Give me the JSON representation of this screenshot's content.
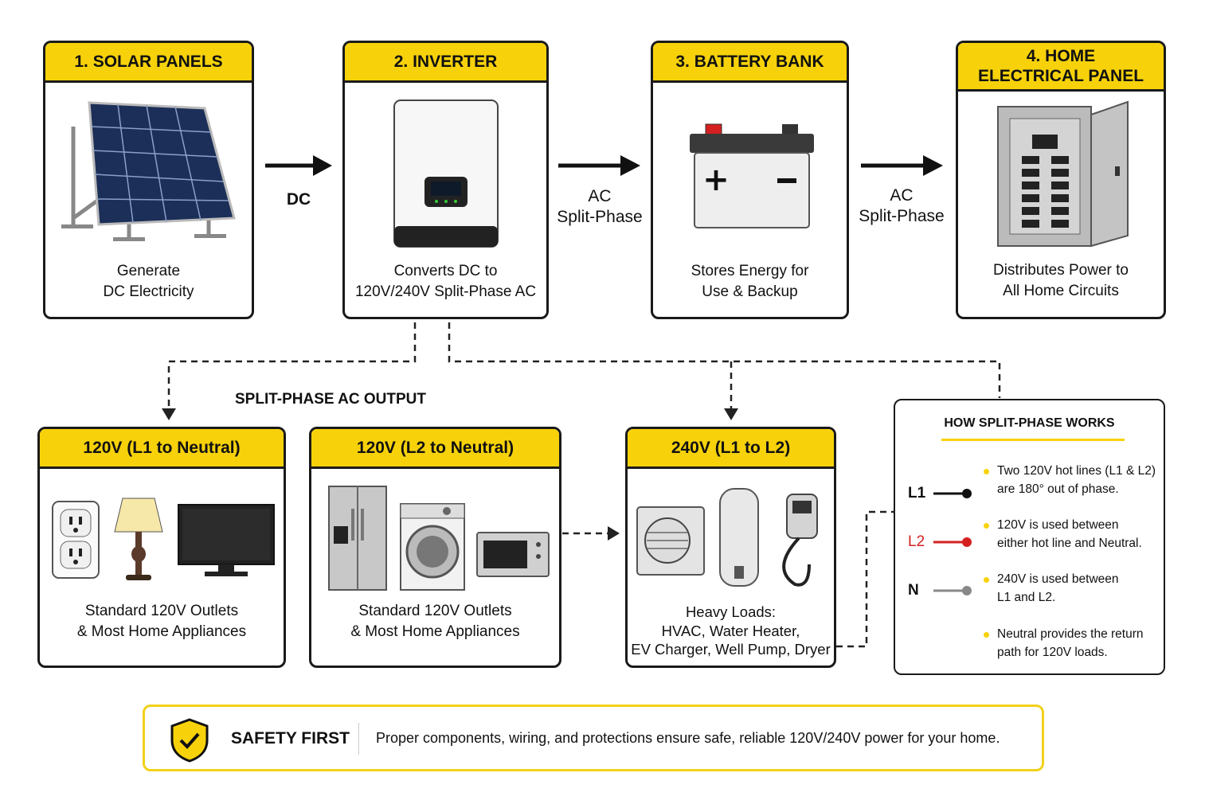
{
  "components": [
    {
      "header": "1. SOLAR PANELS",
      "desc": "Generate\nDC Electricity",
      "icon": "solar-panel-icon"
    },
    {
      "header": "2. INVERTER",
      "desc": "Converts DC to\n120V/240V Split-Phase AC",
      "icon": "inverter-icon"
    },
    {
      "header": "3. BATTERY BANK",
      "desc": "Stores Energy for\nUse & Backup",
      "icon": "battery-icon"
    },
    {
      "header": "4. HOME\nELECTRICAL PANEL",
      "desc": "Distributes Power to\nAll Home Circuits",
      "icon": "breaker-panel-icon"
    }
  ],
  "flow_labels": [
    "DC",
    "AC\nSplit-Phase",
    "AC\nSplit-Phase"
  ],
  "output_section_title": "SPLIT-PHASE AC OUTPUT",
  "outputs": [
    {
      "header": "120V (L1 to Neutral)",
      "desc": "Standard 120V Outlets\n& Most Home Appliances"
    },
    {
      "header": "120V (L2 to Neutral)",
      "desc": "Standard 120V Outlets\n& Most Home Appliances"
    },
    {
      "header": "240V (L1 to L2)",
      "desc": "Heavy Loads:\nHVAC, Water Heater,\nEV Charger, Well Pump, Dryer"
    }
  ],
  "how_it_works": {
    "title": "HOW SPLIT-PHASE WORKS",
    "legend": [
      {
        "key": "L1",
        "color": "#111111"
      },
      {
        "key": "L2",
        "color": "#d42020"
      },
      {
        "key": "N",
        "color": "#888888"
      }
    ],
    "bullets": [
      "Two 120V hot lines (L1 & L2)\nare 180° out of phase.",
      "120V is used between\neither hot line and Neutral.",
      "240V is used between\nL1 and L2.",
      "Neutral provides the return\npath for 120V loads."
    ]
  },
  "safety": {
    "title": "SAFETY FIRST",
    "text": "Proper components, wiring, and protections ensure safe, reliable 120V/240V power for your home.",
    "icon": "shield-check-icon"
  },
  "colors": {
    "accent": "#f7d20a",
    "l2": "#d42020",
    "neutral": "#888888"
  }
}
